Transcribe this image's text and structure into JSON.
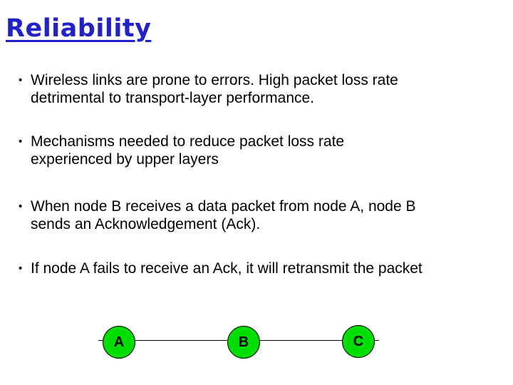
{
  "slide": {
    "title": "Reliability",
    "title_color": "#2222cc",
    "bullet_char": "•",
    "bullets": [
      {
        "lines": [
          "Wireless links are prone to errors. High packet loss rate",
          "detrimental to transport-layer performance."
        ]
      },
      {
        "lines": [
          "Mechanisms needed to reduce packet loss rate",
          "experienced by upper layers"
        ]
      },
      {
        "lines": [
          "When node B receives a data packet from node A, node B",
          "sends an Acknowledgement (Ack)."
        ]
      },
      {
        "lines": [
          "If node A fails to receive an Ack, it will retransmit the packet"
        ]
      }
    ]
  },
  "diagram": {
    "node_fill": "#00dd00",
    "node_border": "#000000",
    "edge_color": "#000000",
    "nodes": [
      {
        "label": "A"
      },
      {
        "label": "B"
      },
      {
        "label": "C"
      }
    ]
  }
}
